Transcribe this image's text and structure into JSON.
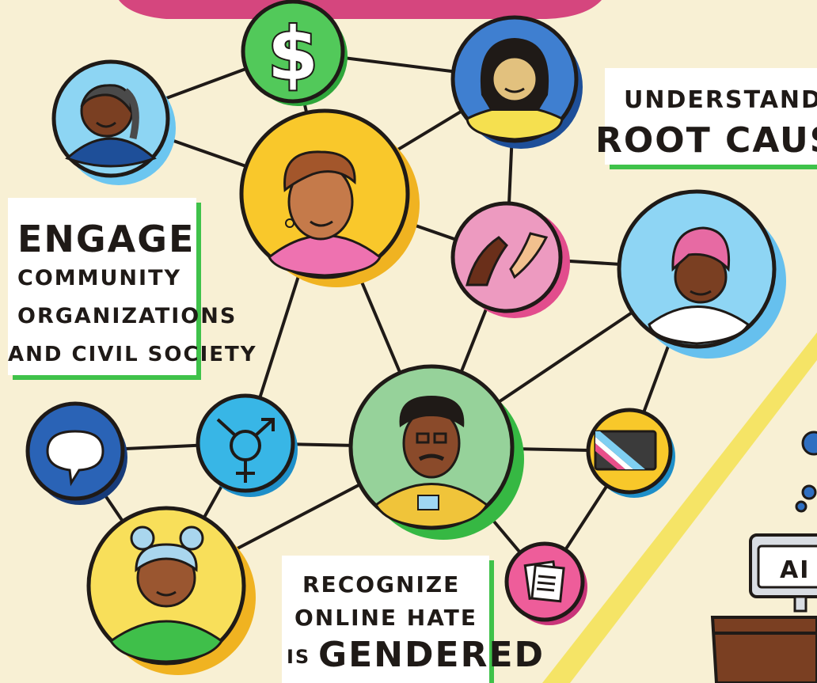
{
  "callouts": {
    "engage": {
      "line1": "ENGAGE",
      "line2": "COMMUNITY",
      "line3": "ORGANIZATIONS",
      "line4": "AND CIVIL SOCIETY"
    },
    "understand": {
      "line1": "UNDERSTAND",
      "line2": "ROOT CAUSES"
    },
    "recognize": {
      "line1": "RECOGNIZE",
      "line2": "ONLINE HATE",
      "line3_small": "IS",
      "line3_big": "GENDERED"
    }
  },
  "monitor": {
    "text": "AI"
  },
  "icons": {
    "dollar": "$"
  },
  "colors": {
    "background": "#f8f0d4",
    "outline": "#1f1a17",
    "green": "#3fc24a",
    "blue": "#2f6fc1",
    "sky": "#7fcff2",
    "yellow": "#f8c82a",
    "pink": "#e9559a",
    "skin": "#7a3f22"
  }
}
